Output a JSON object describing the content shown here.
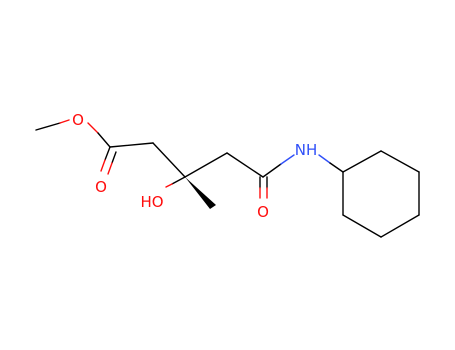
{
  "molecule": {
    "atoms": {
      "methoxy_oxygen": {
        "label": "O",
        "color": "#ff0d0d"
      },
      "carbonyl_oxygen_ester": {
        "label": "O",
        "color": "#ff0d0d"
      },
      "hydroxyl": {
        "label": "HO",
        "color": "#ff0d0d"
      },
      "carbonyl_oxygen_amide": {
        "label": "O",
        "color": "#ff0d0d"
      },
      "amide_nitrogen": {
        "label": "NH",
        "color": "#3050f8"
      }
    },
    "colors": {
      "bond": "#000000",
      "oxygen": "#ff0d0d",
      "nitrogen": "#3050f8",
      "background": "#ffffff"
    }
  }
}
